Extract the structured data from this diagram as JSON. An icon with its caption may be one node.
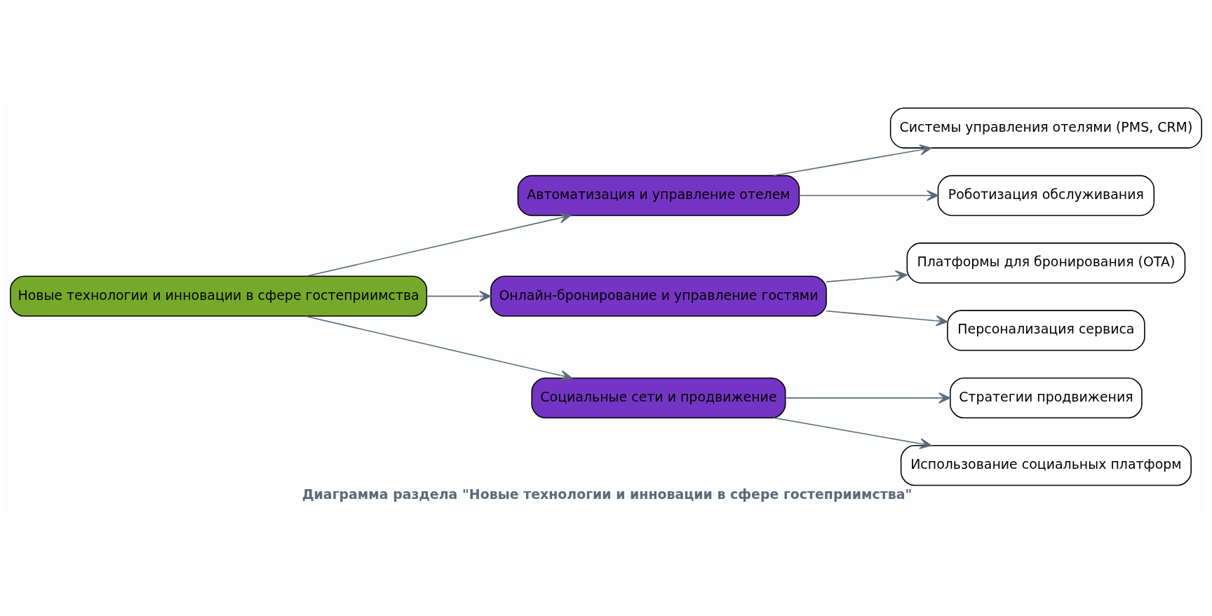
{
  "diagram": {
    "caption": "Диаграмма раздела \"Новые технологии и инновации в сфере гостеприимства\"",
    "nodes": [
      {
        "text": [
          "Новые технологии и инновации в сфере гостеприимства"
        ]
      },
      {
        "text": [
          "Автоматизация и управление отелем"
        ]
      },
      {
        "text": [
          "Онлайн-бронирование и управление гостями"
        ]
      },
      {
        "text": [
          "Социальные сети и продвижение"
        ]
      },
      {
        "text": [
          "Системы управления отелями (PMS, CRM)"
        ]
      },
      {
        "text": [
          "Роботизация обслуживания"
        ]
      },
      {
        "text": [
          "Платформы для бронирования (OTA)"
        ]
      },
      {
        "text": [
          "Персонализация сервиса"
        ]
      },
      {
        "text": [
          "Стратегии продвижения"
        ]
      },
      {
        "text": [
          "Использование социальных платформ"
        ]
      }
    ],
    "edges": [
      {
        "from": 0,
        "to": 1,
        "arrow": "to"
      },
      {
        "from": 0,
        "to": 2,
        "arrow": "to"
      },
      {
        "from": 0,
        "to": 3,
        "arrow": "to"
      },
      {
        "from": 1,
        "to": 4,
        "arrow": "to"
      },
      {
        "from": 1,
        "to": 5,
        "arrow": "to"
      },
      {
        "from": 2,
        "to": 6,
        "arrow": "to"
      },
      {
        "from": 2,
        "to": 7,
        "arrow": "to"
      },
      {
        "from": 3,
        "to": 8,
        "arrow": "to"
      },
      {
        "from": 3,
        "to": 9,
        "arrow": "to"
      }
    ]
  }
}
